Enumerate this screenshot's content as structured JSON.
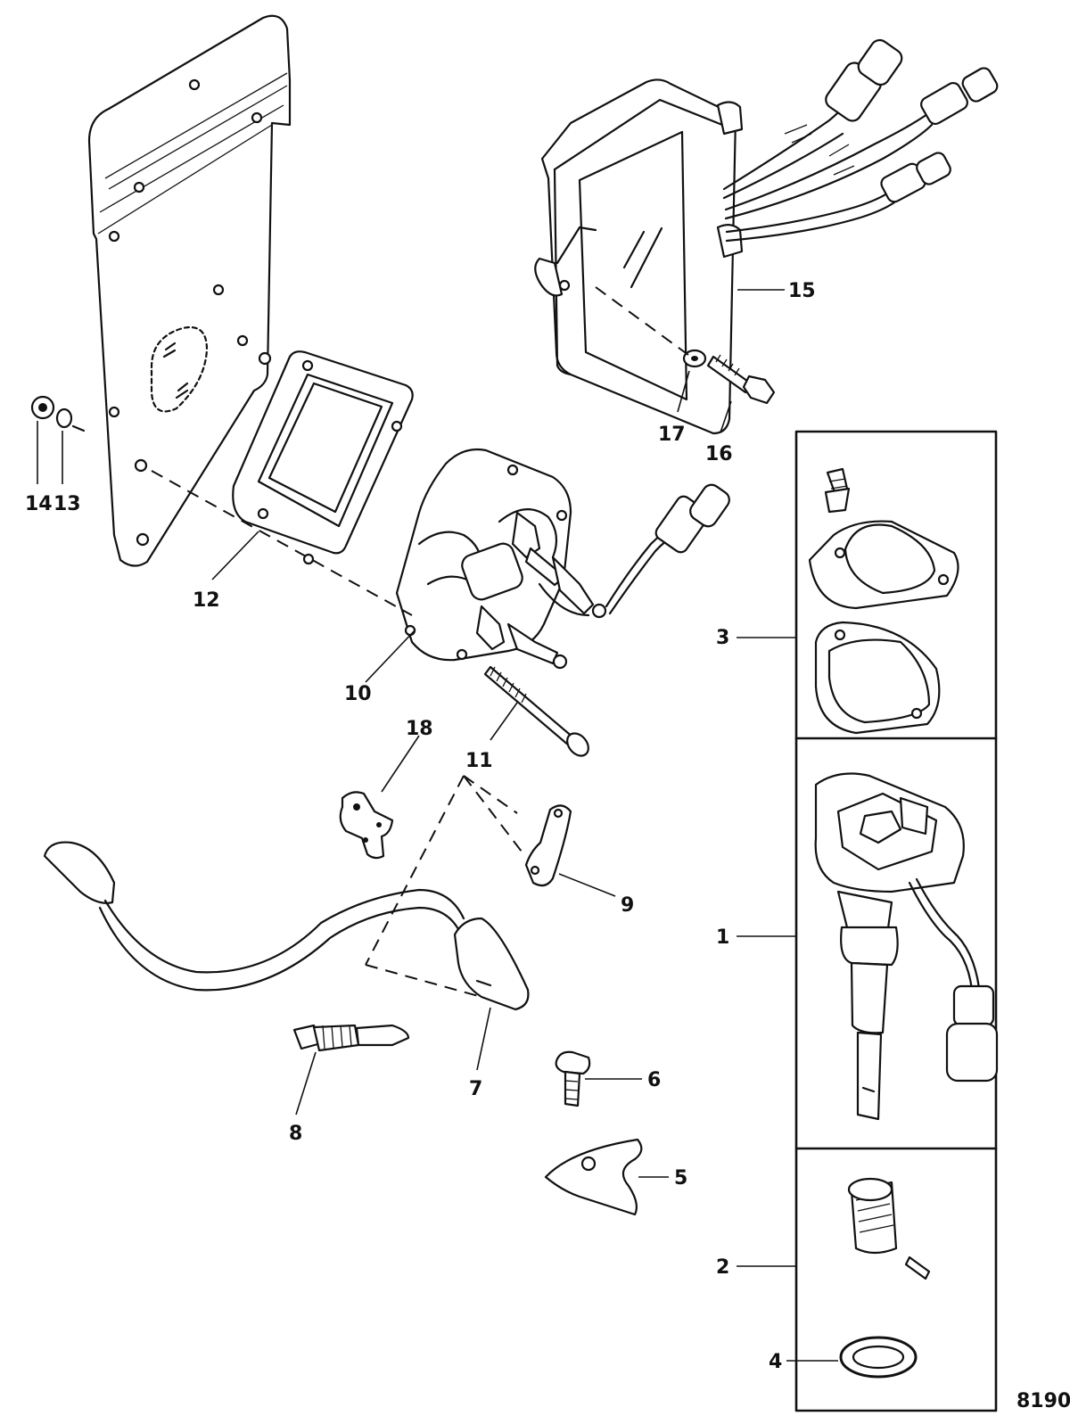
{
  "figure_number": "8190",
  "callouts": {
    "c1": "1",
    "c2": "2",
    "c3": "3",
    "c4": "4",
    "c5": "5",
    "c6": "6",
    "c7": "7",
    "c8": "8",
    "c9": "9",
    "c10": "10",
    "c11": "11",
    "c12": "12",
    "c13": "13",
    "c14": "14",
    "c15": "15",
    "c16": "16",
    "c17": "17",
    "c18": "18"
  }
}
